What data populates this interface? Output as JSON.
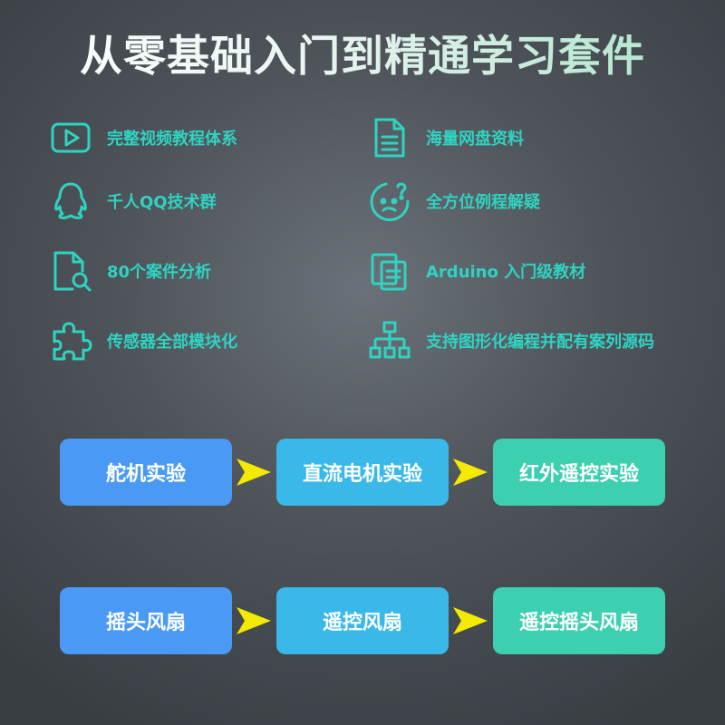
{
  "title": "从零基础入门到精通学习套件",
  "features": {
    "video": "完整视频教程体系",
    "qq": "千人QQ技术群",
    "cases": "80个案件分析",
    "sensor": "传感器全部模块化",
    "netdisk": "海量网盘资料",
    "explain": "全方位例程解疑",
    "arduino": "Arduino 入门级教材",
    "graphic": "支持图形化编程并配有案列源码"
  },
  "flow1": [
    "舵机实验",
    "直流电机实验",
    "红外遥控实验"
  ],
  "flow2": [
    "摇头风扇",
    "遥控风扇",
    "遥控摇头风扇"
  ],
  "colors": {
    "accent": "#2fd3c2",
    "box_blue": "#4a9af5",
    "box_cyan": "#3ab8ea",
    "box_green": "#3ccfb0",
    "arrow": "#f2ea00"
  }
}
